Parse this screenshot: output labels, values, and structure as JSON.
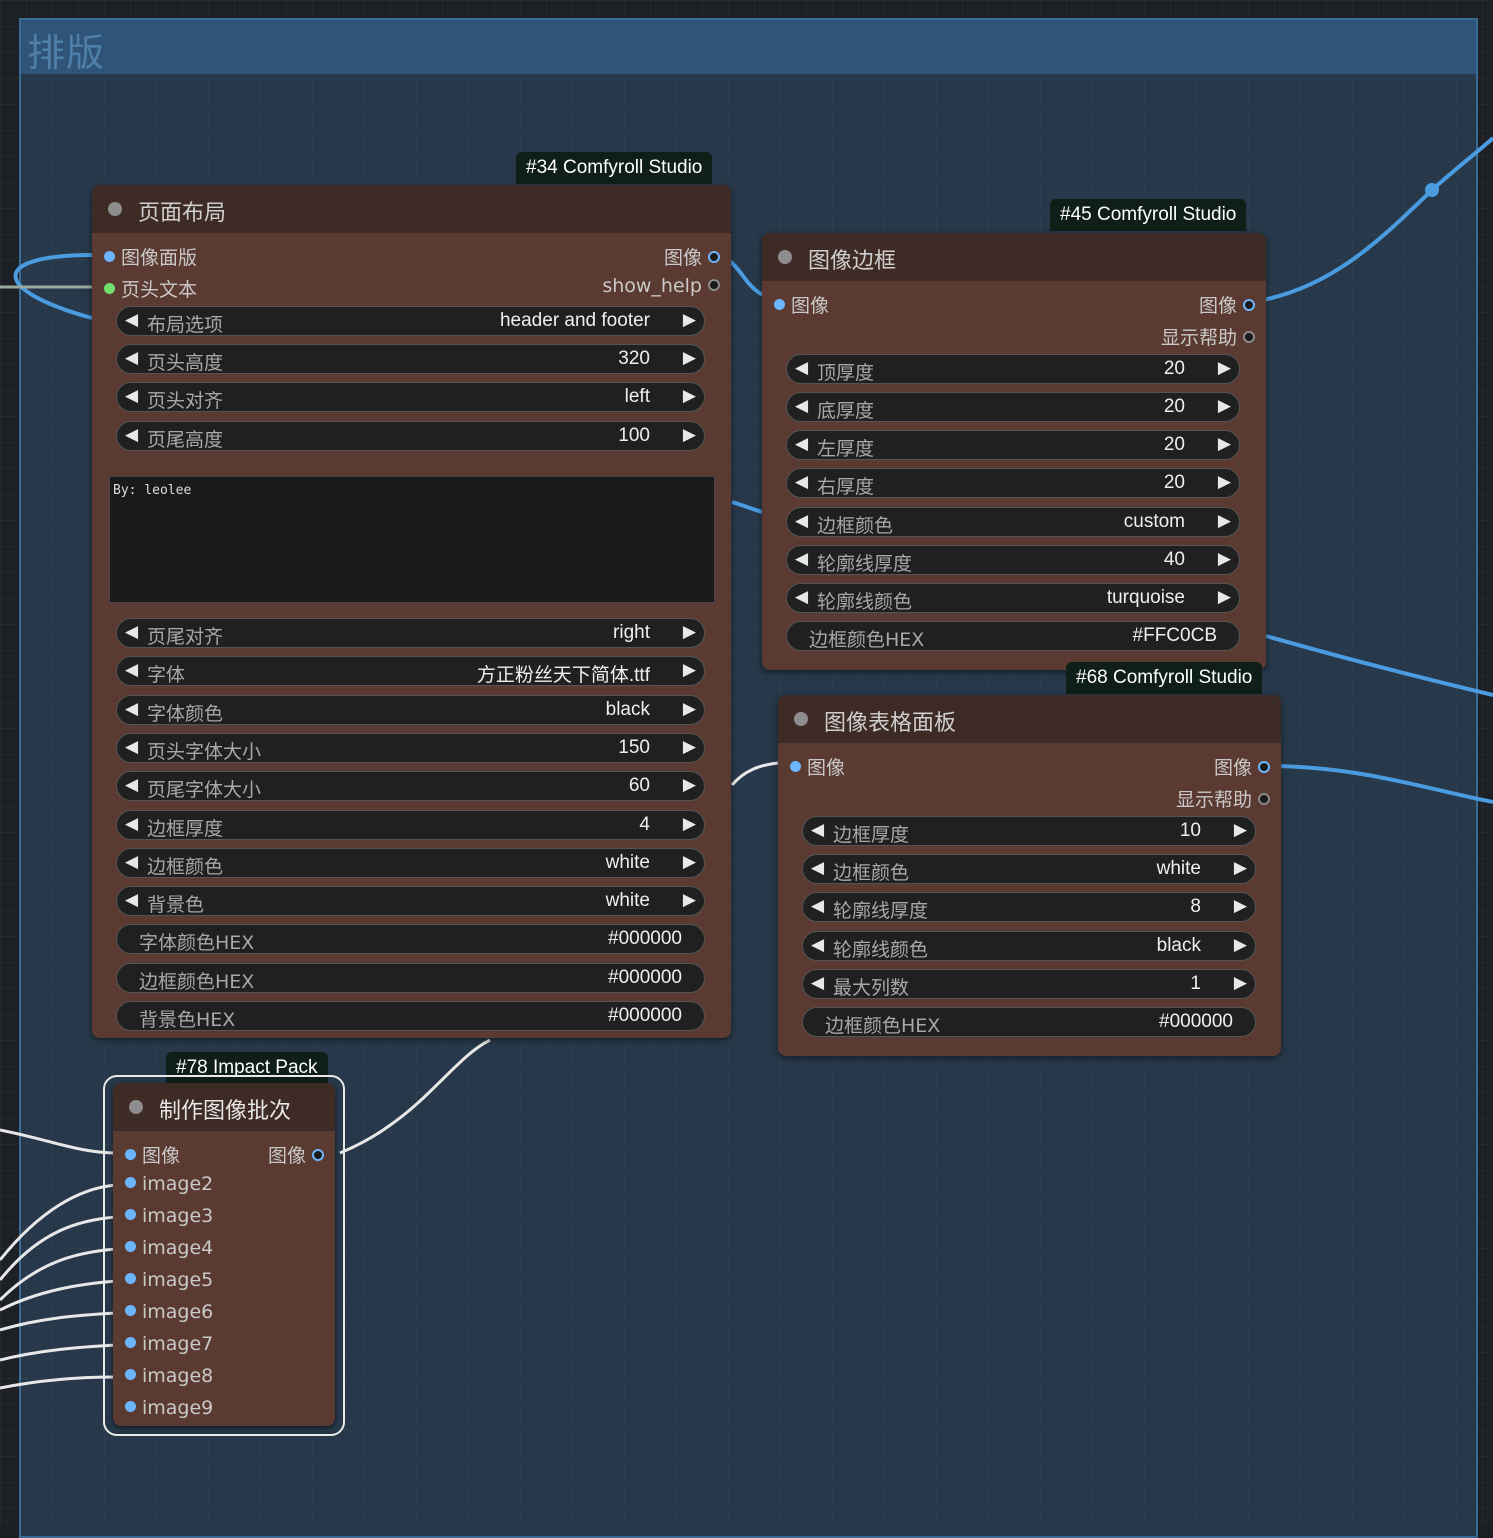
{
  "group": {
    "title": "排版"
  },
  "nodes": {
    "page_layout": {
      "badge": "#34 Comfyroll Studio",
      "title": "页面布局",
      "inputs": [
        "图像面版",
        "页头文本"
      ],
      "outputs": [
        "图像",
        "show_help"
      ],
      "widgets_a": [
        {
          "label": "布局选项",
          "value": "header and footer"
        },
        {
          "label": "页头高度",
          "value": "320"
        },
        {
          "label": "页头对齐",
          "value": "left"
        },
        {
          "label": "页尾高度",
          "value": "100"
        }
      ],
      "textarea": "By: leolee",
      "widgets_b": [
        {
          "label": "页尾对齐",
          "value": "right"
        },
        {
          "label": "字体",
          "value": "方正粉丝天下简体.ttf"
        },
        {
          "label": "字体颜色",
          "value": "black"
        },
        {
          "label": "页头字体大小",
          "value": "150"
        },
        {
          "label": "页尾字体大小",
          "value": "60"
        },
        {
          "label": "边框厚度",
          "value": "4"
        },
        {
          "label": "边框颜色",
          "value": "white"
        },
        {
          "label": "背景色",
          "value": "white"
        }
      ],
      "text_fields": [
        {
          "label": "字体颜色HEX",
          "value": "#000000"
        },
        {
          "label": "边框颜色HEX",
          "value": "#000000"
        },
        {
          "label": "背景色HEX",
          "value": "#000000"
        }
      ]
    },
    "image_border": {
      "badge": "#45 Comfyroll Studio",
      "title": "图像边框",
      "inputs": [
        "图像"
      ],
      "outputs": [
        "图像",
        "显示帮助"
      ],
      "widgets": [
        {
          "label": "顶厚度",
          "value": "20"
        },
        {
          "label": "底厚度",
          "value": "20"
        },
        {
          "label": "左厚度",
          "value": "20"
        },
        {
          "label": "右厚度",
          "value": "20"
        },
        {
          "label": "边框颜色",
          "value": "custom"
        },
        {
          "label": "轮廓线厚度",
          "value": "40"
        },
        {
          "label": "轮廓线颜色",
          "value": "turquoise"
        }
      ],
      "text_fields": [
        {
          "label": "边框颜色HEX",
          "value": "#FFC0CB"
        }
      ]
    },
    "image_grid": {
      "badge": "#68 Comfyroll Studio",
      "title": "图像表格面板",
      "inputs": [
        "图像"
      ],
      "outputs": [
        "图像",
        "显示帮助"
      ],
      "widgets": [
        {
          "label": "边框厚度",
          "value": "10"
        },
        {
          "label": "边框颜色",
          "value": "white"
        },
        {
          "label": "轮廓线厚度",
          "value": "8"
        },
        {
          "label": "轮廓线颜色",
          "value": "black"
        },
        {
          "label": "最大列数",
          "value": "1"
        }
      ],
      "text_fields": [
        {
          "label": "边框颜色HEX",
          "value": "#000000"
        }
      ]
    },
    "make_batch": {
      "badge": "#78 Impact Pack",
      "title": "制作图像批次",
      "inputs": [
        "图像",
        "image2",
        "image3",
        "image4",
        "image5",
        "image6",
        "image7",
        "image8",
        "image9"
      ],
      "outputs": [
        "图像"
      ]
    }
  },
  "colors": {
    "node_body": "#5a3a31",
    "node_header": "#3f2b25",
    "group": "#2f5477",
    "wire_image": "#4a9be0",
    "wire_white": "#e8e8e8"
  }
}
